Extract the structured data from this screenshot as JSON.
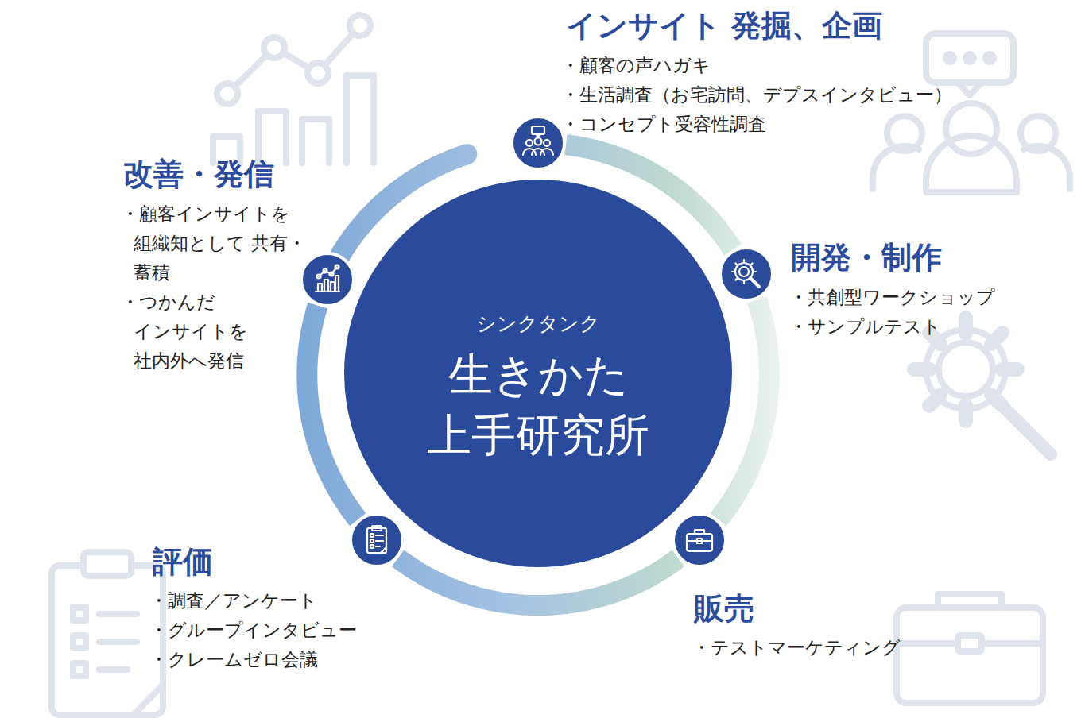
{
  "diagram": {
    "nodes": [
      {
        "text": [
          "インサイト 発掘、企画",
          "・顧客の声ハガキ",
          "・生活調査（お宅訪問、デプスインタビュー）",
          "・コンセプト受容性調査"
        ]
      },
      {
        "text": [
          "開発・制作",
          "・共創型ワークショップ",
          "・サンプルテスト"
        ]
      },
      {
        "text": [
          "販売",
          "・テストマーケティング"
        ]
      },
      {
        "text": [
          "評価",
          "・調査／アンケート",
          "・グループインタビュー",
          "・クレームゼロ会議"
        ]
      },
      {
        "text": [
          "改善・発信",
          "・顧客インサイトを 組織知として 共有・蓄積",
          "・つかんだ インサイトを 社内外へ発信"
        ]
      },
      {
        "text": [
          "シンクタンク",
          "生きかた 上手研究所"
        ]
      }
    ],
    "edges": [
      {
        "from": 0,
        "to": 1,
        "arrow": "none"
      },
      {
        "from": 1,
        "to": 2,
        "arrow": "none"
      },
      {
        "from": 2,
        "to": 3,
        "arrow": "none"
      },
      {
        "from": 3,
        "to": 4,
        "arrow": "none"
      }
    ]
  }
}
